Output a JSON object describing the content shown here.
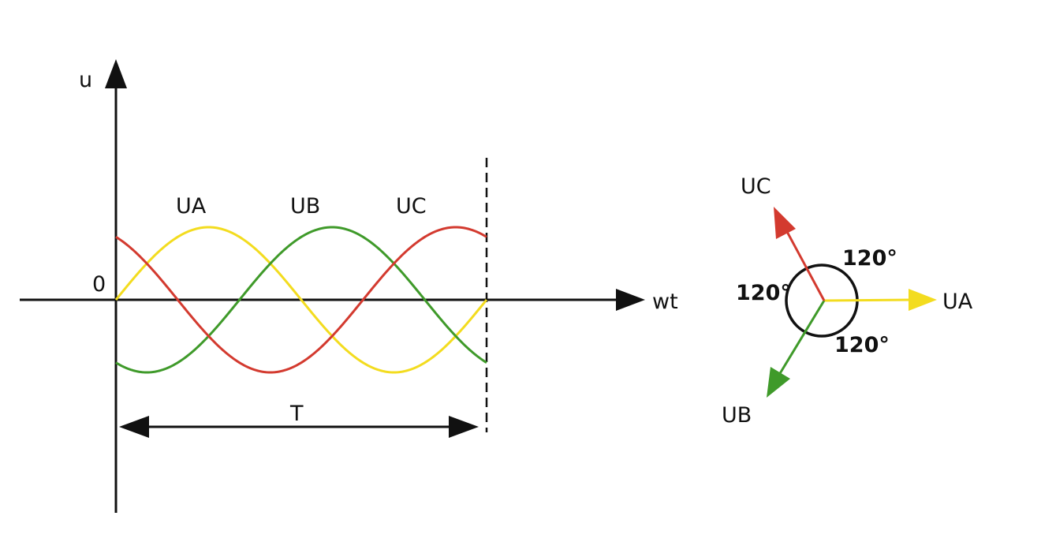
{
  "waveform": {
    "y_axis_label": "u",
    "x_axis_label": "wt",
    "origin_label": "0",
    "period_label": "T"
  },
  "phases": [
    {
      "name": "UA",
      "color": "#f3dc1f",
      "phase_deg": 0
    },
    {
      "name": "UB",
      "color": "#3f9a2a",
      "phase_deg": -120
    },
    {
      "name": "UC",
      "color": "#d33a2f",
      "phase_deg": 120
    }
  ],
  "phasor": {
    "ua_label": "UA",
    "ub_label": "UB",
    "uc_label": "UC",
    "angle_ab": "120°",
    "angle_ac": "120°",
    "angle_bc": "120°"
  },
  "colors": {
    "axis": "#111111",
    "background": "#ffffff"
  }
}
